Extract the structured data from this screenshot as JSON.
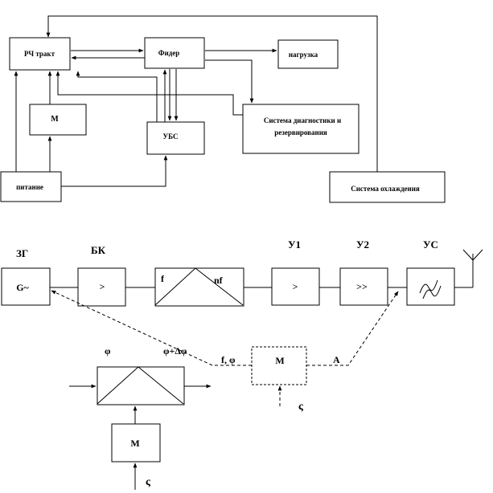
{
  "top_diagram": {
    "rf_path": "РЧ тракт",
    "feeder": "Фидер",
    "load": "нагрузка",
    "modulator": "М",
    "ubs": "УБС",
    "diagnostics_line1": "Система диагностики и",
    "diagnostics_line2": "резервирования",
    "power": "питание",
    "cooling": "Система охлаждения"
  },
  "bottom_diagram": {
    "zg_label": "ЗГ",
    "zg_box": "G~",
    "bk_label": "БК",
    "bk_box": ">",
    "mult_in": "f",
    "mult_out": "nf",
    "u1_label": "У1",
    "u1_box": ">",
    "u2_label": "У2",
    "u2_box": ">>",
    "us_label": "УС",
    "phase_in": "φ",
    "phase_out": "φ+Δφ",
    "f_phi": "f, φ",
    "m_dashed": "М",
    "a_label": "A",
    "sigma_1": "ς",
    "m_bottom": "М",
    "sigma_2": "ς"
  }
}
